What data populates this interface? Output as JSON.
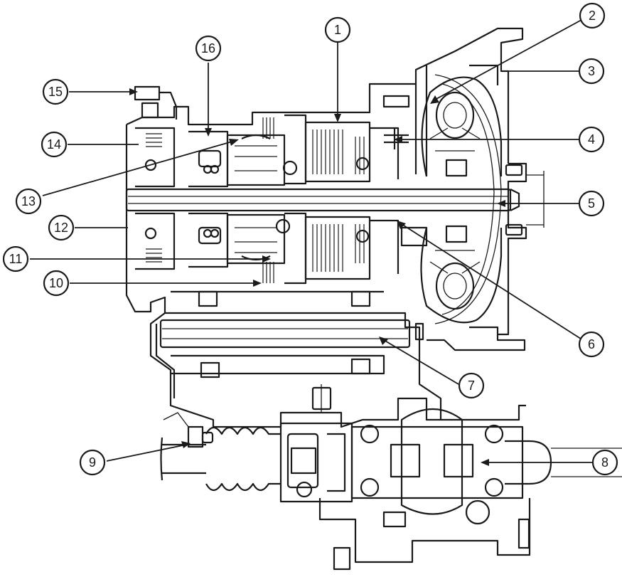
{
  "figure": {
    "callouts": [
      {
        "id": "c1",
        "label": "1"
      },
      {
        "id": "c2",
        "label": "2"
      },
      {
        "id": "c3",
        "label": "3"
      },
      {
        "id": "c4",
        "label": "4"
      },
      {
        "id": "c5",
        "label": "5"
      },
      {
        "id": "c6",
        "label": "6"
      },
      {
        "id": "c7",
        "label": "7"
      },
      {
        "id": "c8",
        "label": "8"
      },
      {
        "id": "c9",
        "label": "9"
      },
      {
        "id": "c10",
        "label": "10"
      },
      {
        "id": "c11",
        "label": "11"
      },
      {
        "id": "c12",
        "label": "12"
      },
      {
        "id": "c13",
        "label": "13"
      },
      {
        "id": "c14",
        "label": "14"
      },
      {
        "id": "c15",
        "label": "15"
      },
      {
        "id": "c16",
        "label": "16"
      }
    ]
  }
}
